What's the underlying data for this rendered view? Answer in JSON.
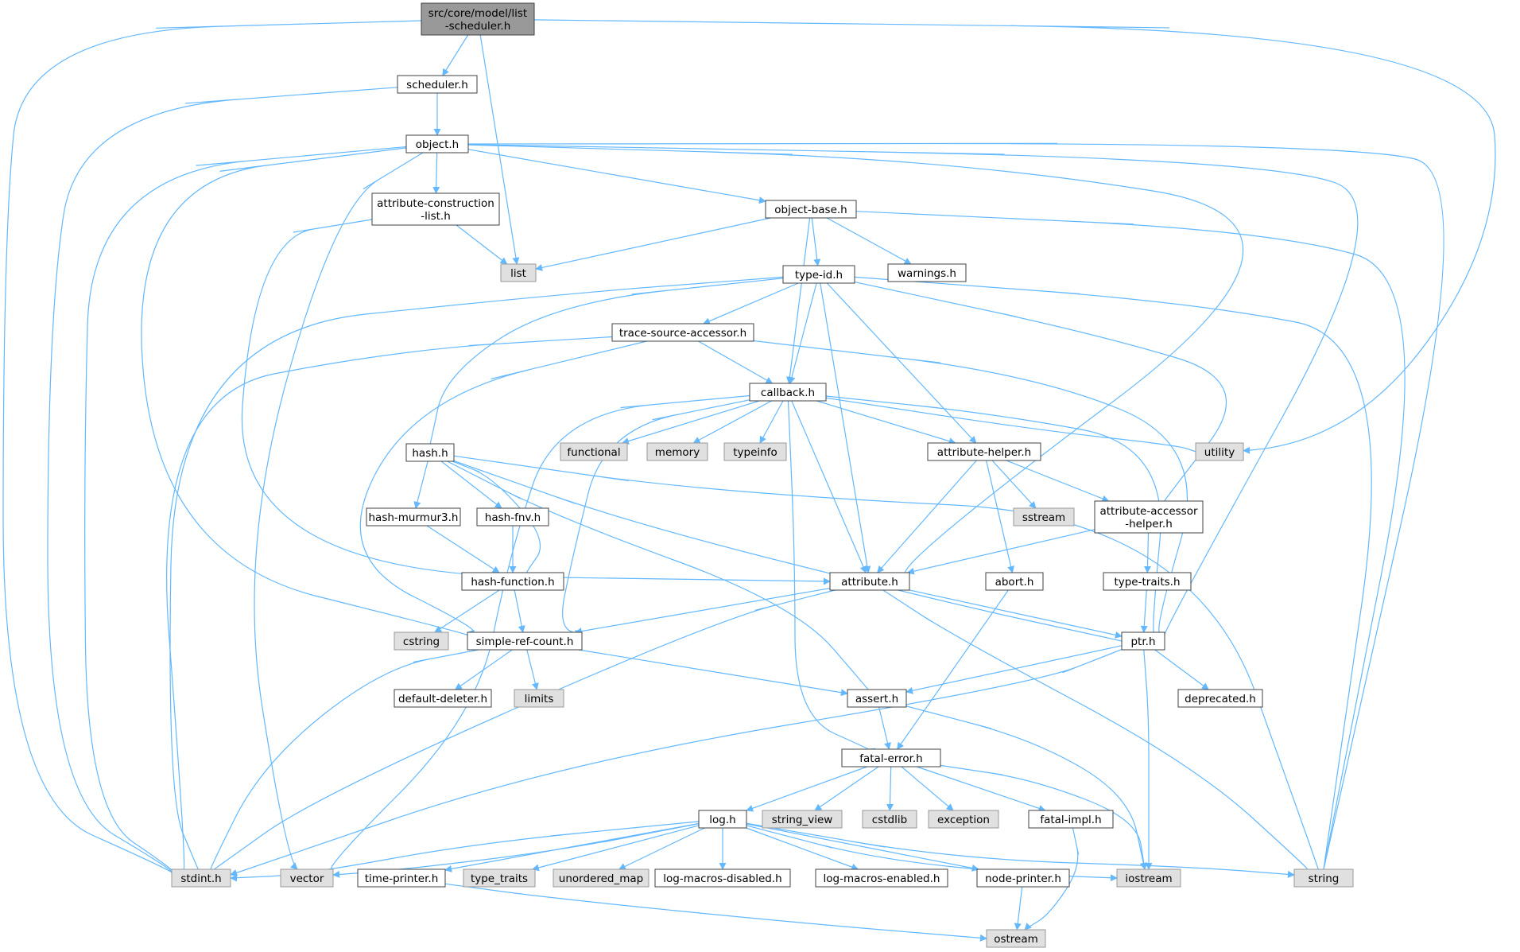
{
  "colors": {
    "edge": "#63b8ff",
    "box_stroke": "#404040",
    "box_fill": "#ffffff",
    "root_fill": "#999999",
    "system_fill": "#e0e0e0",
    "system_stroke": "#999999",
    "text": "#000000"
  },
  "nodes": [
    {
      "id": "root",
      "label": "src/core/model/list-scheduler.h",
      "lines": [
        "src/core/model/list",
        "-scheduler.h"
      ],
      "kind": "root"
    },
    {
      "id": "scheduler",
      "label": "scheduler.h",
      "lines": [
        "scheduler.h"
      ],
      "kind": "local"
    },
    {
      "id": "object",
      "label": "object.h",
      "lines": [
        "object.h"
      ],
      "kind": "local"
    },
    {
      "id": "attrconst",
      "label": "attribute-construction-list.h",
      "lines": [
        "attribute-construction",
        "-list.h"
      ],
      "kind": "local"
    },
    {
      "id": "objbase",
      "label": "object-base.h",
      "lines": [
        "object-base.h"
      ],
      "kind": "local"
    },
    {
      "id": "list",
      "label": "list",
      "lines": [
        "list"
      ],
      "kind": "system"
    },
    {
      "id": "typeid",
      "label": "type-id.h",
      "lines": [
        "type-id.h"
      ],
      "kind": "local"
    },
    {
      "id": "warnings",
      "label": "warnings.h",
      "lines": [
        "warnings.h"
      ],
      "kind": "local"
    },
    {
      "id": "tsa",
      "label": "trace-source-accessor.h",
      "lines": [
        "trace-source-accessor.h"
      ],
      "kind": "local"
    },
    {
      "id": "callback",
      "label": "callback.h",
      "lines": [
        "callback.h"
      ],
      "kind": "local"
    },
    {
      "id": "hash",
      "label": "hash.h",
      "lines": [
        "hash.h"
      ],
      "kind": "local"
    },
    {
      "id": "functional",
      "label": "functional",
      "lines": [
        "functional"
      ],
      "kind": "system"
    },
    {
      "id": "memory",
      "label": "memory",
      "lines": [
        "memory"
      ],
      "kind": "system"
    },
    {
      "id": "typeinfo",
      "label": "typeinfo",
      "lines": [
        "typeinfo"
      ],
      "kind": "system"
    },
    {
      "id": "attrhelper",
      "label": "attribute-helper.h",
      "lines": [
        "attribute-helper.h"
      ],
      "kind": "local"
    },
    {
      "id": "utility",
      "label": "utility",
      "lines": [
        "utility"
      ],
      "kind": "system"
    },
    {
      "id": "murmur",
      "label": "hash-murmur3.h",
      "lines": [
        "hash-murmur3.h"
      ],
      "kind": "local"
    },
    {
      "id": "fnv",
      "label": "hash-fnv.h",
      "lines": [
        "hash-fnv.h"
      ],
      "kind": "local"
    },
    {
      "id": "sstream",
      "label": "sstream",
      "lines": [
        "sstream"
      ],
      "kind": "system"
    },
    {
      "id": "aah",
      "label": "attribute-accessor-helper.h",
      "lines": [
        "attribute-accessor",
        "-helper.h"
      ],
      "kind": "local"
    },
    {
      "id": "hashfunc",
      "label": "hash-function.h",
      "lines": [
        "hash-function.h"
      ],
      "kind": "local"
    },
    {
      "id": "attribute",
      "label": "attribute.h",
      "lines": [
        "attribute.h"
      ],
      "kind": "local"
    },
    {
      "id": "abort",
      "label": "abort.h",
      "lines": [
        "abort.h"
      ],
      "kind": "local"
    },
    {
      "id": "typetraits_h",
      "label": "type-traits.h",
      "lines": [
        "type-traits.h"
      ],
      "kind": "local"
    },
    {
      "id": "cstring",
      "label": "cstring",
      "lines": [
        "cstring"
      ],
      "kind": "system"
    },
    {
      "id": "src",
      "label": "simple-ref-count.h",
      "lines": [
        "simple-ref-count.h"
      ],
      "kind": "local"
    },
    {
      "id": "ptr",
      "label": "ptr.h",
      "lines": [
        "ptr.h"
      ],
      "kind": "local"
    },
    {
      "id": "deleter",
      "label": "default-deleter.h",
      "lines": [
        "default-deleter.h"
      ],
      "kind": "local"
    },
    {
      "id": "limits",
      "label": "limits",
      "lines": [
        "limits"
      ],
      "kind": "system"
    },
    {
      "id": "assert",
      "label": "assert.h",
      "lines": [
        "assert.h"
      ],
      "kind": "local"
    },
    {
      "id": "deprecated",
      "label": "deprecated.h",
      "lines": [
        "deprecated.h"
      ],
      "kind": "local"
    },
    {
      "id": "fatalerr",
      "label": "fatal-error.h",
      "lines": [
        "fatal-error.h"
      ],
      "kind": "local"
    },
    {
      "id": "log",
      "label": "log.h",
      "lines": [
        "log.h"
      ],
      "kind": "local"
    },
    {
      "id": "string_view",
      "label": "string_view",
      "lines": [
        "string_view"
      ],
      "kind": "system"
    },
    {
      "id": "cstdlib",
      "label": "cstdlib",
      "lines": [
        "cstdlib"
      ],
      "kind": "system"
    },
    {
      "id": "exception",
      "label": "exception",
      "lines": [
        "exception"
      ],
      "kind": "system"
    },
    {
      "id": "fatalimpl",
      "label": "fatal-impl.h",
      "lines": [
        "fatal-impl.h"
      ],
      "kind": "local"
    },
    {
      "id": "stdint",
      "label": "stdint.h",
      "lines": [
        "stdint.h"
      ],
      "kind": "system"
    },
    {
      "id": "vector",
      "label": "vector",
      "lines": [
        "vector"
      ],
      "kind": "system"
    },
    {
      "id": "timeprinter",
      "label": "time-printer.h",
      "lines": [
        "time-printer.h"
      ],
      "kind": "local"
    },
    {
      "id": "type_traits",
      "label": "type_traits",
      "lines": [
        "type_traits"
      ],
      "kind": "system"
    },
    {
      "id": "unordered_map",
      "label": "unordered_map",
      "lines": [
        "unordered_map"
      ],
      "kind": "system"
    },
    {
      "id": "lmd",
      "label": "log-macros-disabled.h",
      "lines": [
        "log-macros-disabled.h"
      ],
      "kind": "local"
    },
    {
      "id": "lme",
      "label": "log-macros-enabled.h",
      "lines": [
        "log-macros-enabled.h"
      ],
      "kind": "local"
    },
    {
      "id": "nodeprinter",
      "label": "node-printer.h",
      "lines": [
        "node-printer.h"
      ],
      "kind": "local"
    },
    {
      "id": "iostream",
      "label": "iostream",
      "lines": [
        "iostream"
      ],
      "kind": "system"
    },
    {
      "id": "string",
      "label": "string",
      "lines": [
        "string"
      ],
      "kind": "system"
    },
    {
      "id": "ostream",
      "label": "ostream",
      "lines": [
        "ostream"
      ],
      "kind": "system"
    }
  ],
  "edges": [
    [
      "root",
      "scheduler"
    ],
    [
      "root",
      "list"
    ],
    [
      "root",
      "stdint"
    ],
    [
      "root",
      "utility"
    ],
    [
      "scheduler",
      "object"
    ],
    [
      "scheduler",
      "stdint"
    ],
    [
      "object",
      "attrconst"
    ],
    [
      "object",
      "objbase"
    ],
    [
      "object",
      "stdint"
    ],
    [
      "object",
      "vector"
    ],
    [
      "object",
      "src"
    ],
    [
      "object",
      "attribute"
    ],
    [
      "object",
      "ptr"
    ],
    [
      "object",
      "string"
    ],
    [
      "attrconst",
      "list"
    ],
    [
      "attrconst",
      "attribute"
    ],
    [
      "objbase",
      "list"
    ],
    [
      "objbase",
      "typeid"
    ],
    [
      "objbase",
      "warnings"
    ],
    [
      "objbase",
      "callback"
    ],
    [
      "objbase",
      "string"
    ],
    [
      "typeid",
      "tsa"
    ],
    [
      "typeid",
      "callback"
    ],
    [
      "typeid",
      "hash"
    ],
    [
      "typeid",
      "attrhelper"
    ],
    [
      "typeid",
      "aah"
    ],
    [
      "typeid",
      "attribute"
    ],
    [
      "typeid",
      "stdint"
    ],
    [
      "typeid",
      "string"
    ],
    [
      "tsa",
      "callback"
    ],
    [
      "tsa",
      "src"
    ],
    [
      "tsa",
      "ptr"
    ],
    [
      "tsa",
      "stdint"
    ],
    [
      "callback",
      "functional"
    ],
    [
      "callback",
      "memory"
    ],
    [
      "callback",
      "typeinfo"
    ],
    [
      "callback",
      "utility"
    ],
    [
      "callback",
      "attrhelper"
    ],
    [
      "callback",
      "attribute"
    ],
    [
      "callback",
      "ptr"
    ],
    [
      "callback",
      "src"
    ],
    [
      "callback",
      "fatalerr"
    ],
    [
      "callback",
      "vector"
    ],
    [
      "hash",
      "murmur"
    ],
    [
      "hash",
      "fnv"
    ],
    [
      "hash",
      "hashfunc"
    ],
    [
      "hash",
      "assert"
    ],
    [
      "hash",
      "ptr"
    ],
    [
      "hash",
      "string"
    ],
    [
      "murmur",
      "hashfunc"
    ],
    [
      "fnv",
      "hashfunc"
    ],
    [
      "hashfunc",
      "cstring"
    ],
    [
      "hashfunc",
      "src"
    ],
    [
      "attrhelper",
      "sstream"
    ],
    [
      "attrhelper",
      "aah"
    ],
    [
      "attrhelper",
      "abort"
    ],
    [
      "attrhelper",
      "attribute"
    ],
    [
      "aah",
      "attribute"
    ],
    [
      "aah",
      "typetraits_h"
    ],
    [
      "typetraits_h",
      "ptr"
    ],
    [
      "attribute",
      "src"
    ],
    [
      "attribute",
      "ptr"
    ],
    [
      "attribute",
      "stdint"
    ],
    [
      "attribute",
      "string"
    ],
    [
      "abort",
      "fatalerr"
    ],
    [
      "src",
      "deleter"
    ],
    [
      "src",
      "limits"
    ],
    [
      "src",
      "assert"
    ],
    [
      "src",
      "stdint"
    ],
    [
      "ptr",
      "assert"
    ],
    [
      "ptr",
      "deprecated"
    ],
    [
      "ptr",
      "iostream"
    ],
    [
      "ptr",
      "stdint"
    ],
    [
      "assert",
      "fatalerr"
    ],
    [
      "assert",
      "iostream"
    ],
    [
      "fatalerr",
      "log"
    ],
    [
      "fatalerr",
      "string_view"
    ],
    [
      "fatalerr",
      "cstdlib"
    ],
    [
      "fatalerr",
      "exception"
    ],
    [
      "fatalerr",
      "fatalimpl"
    ],
    [
      "fatalerr",
      "iostream"
    ],
    [
      "fatalimpl",
      "ostream"
    ],
    [
      "log",
      "stdint"
    ],
    [
      "log",
      "vector"
    ],
    [
      "log",
      "timeprinter"
    ],
    [
      "log",
      "type_traits"
    ],
    [
      "log",
      "unordered_map"
    ],
    [
      "log",
      "lmd"
    ],
    [
      "log",
      "lme"
    ],
    [
      "log",
      "nodeprinter"
    ],
    [
      "log",
      "iostream"
    ],
    [
      "log",
      "string"
    ],
    [
      "timeprinter",
      "ostream"
    ],
    [
      "nodeprinter",
      "ostream"
    ]
  ]
}
